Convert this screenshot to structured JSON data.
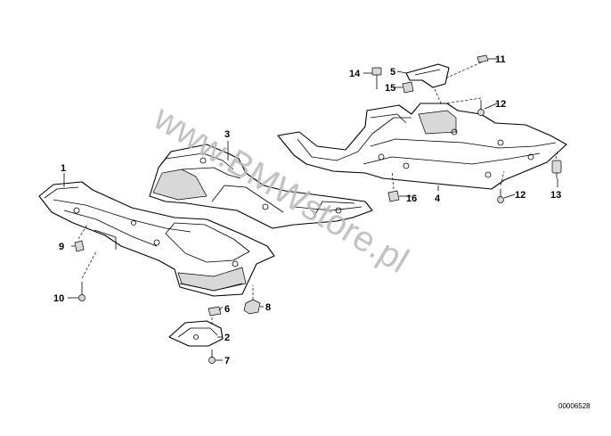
{
  "watermark": "www.BMWstore.pl",
  "diagram_code": "00006528",
  "callouts": [
    {
      "id": "1",
      "label": "1"
    },
    {
      "id": "2",
      "label": "2"
    },
    {
      "id": "3",
      "label": "3"
    },
    {
      "id": "4",
      "label": "4"
    },
    {
      "id": "5",
      "label": "5"
    },
    {
      "id": "6",
      "label": "6"
    },
    {
      "id": "7",
      "label": "7"
    },
    {
      "id": "8",
      "label": "8"
    },
    {
      "id": "9",
      "label": "9"
    },
    {
      "id": "10",
      "label": "10"
    },
    {
      "id": "11",
      "label": "11"
    },
    {
      "id": "12a",
      "label": "12"
    },
    {
      "id": "12b",
      "label": "12"
    },
    {
      "id": "13",
      "label": "13"
    },
    {
      "id": "14",
      "label": "14"
    },
    {
      "id": "15",
      "label": "15"
    },
    {
      "id": "16",
      "label": "16"
    }
  ]
}
